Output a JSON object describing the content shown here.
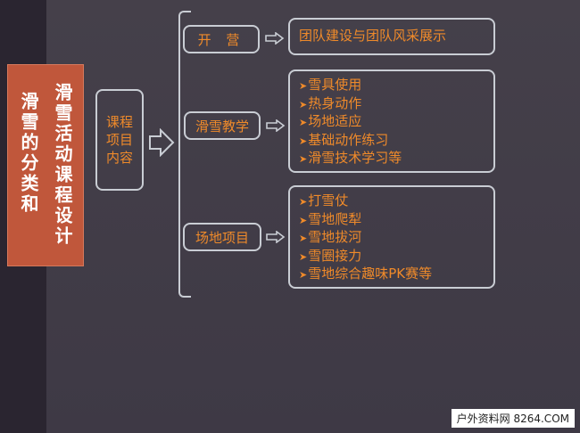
{
  "title": {
    "col1": "滑雪活动课程设计",
    "col2": "滑雪的分类和"
  },
  "content_box": "课程项目内容",
  "categories": [
    {
      "label": "开 营",
      "details": [
        "团队建设与团队风采展示"
      ]
    },
    {
      "label": "滑雪教学",
      "details": [
        "雪具使用",
        "热身动作",
        "场地适应",
        "基础动作练习",
        "滑雪技术学习等"
      ]
    },
    {
      "label": "场地项目",
      "details": [
        "打雪仗",
        "雪地爬犁",
        "雪地拔河",
        "雪圈接力",
        "雪地综合趣味PK赛等"
      ]
    }
  ],
  "watermark": "户外资料网 8264.COM",
  "colors": {
    "accent_text": "#ef8a2a",
    "title_bg": "#c0573b",
    "border": "#c9cdd4",
    "background": "#3a3440"
  }
}
